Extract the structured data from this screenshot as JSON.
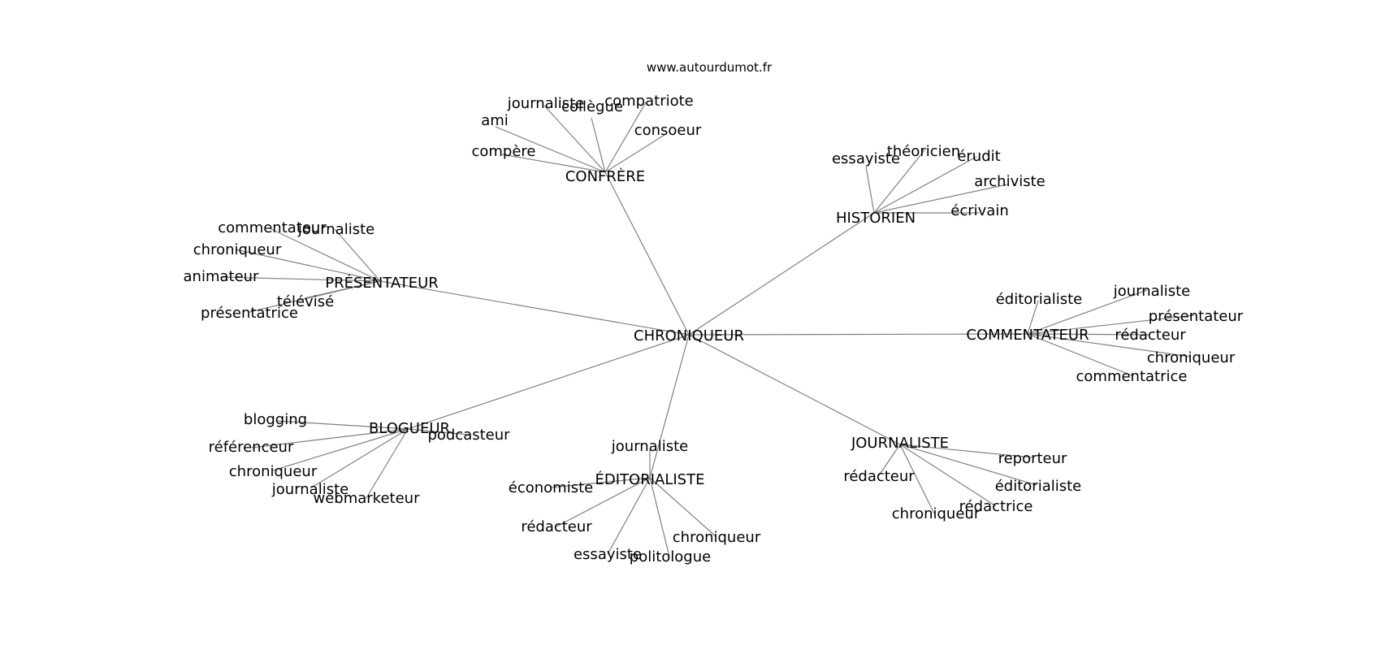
{
  "header": {
    "site": "www.autourdumot.fr"
  },
  "graph": {
    "center": {
      "label": "CHRONIQUEUR"
    },
    "clusters": [
      {
        "label": "CONFRÈRE",
        "words": [
          "journaliste",
          "collègue",
          "compatriote",
          "ami",
          "consoeur",
          "compère"
        ]
      },
      {
        "label": "HISTORIEN",
        "words": [
          "essayiste",
          "théoricien",
          "érudit",
          "archiviste",
          "écrivain"
        ]
      },
      {
        "label": "PRÉSENTATEUR",
        "words": [
          "commentateur",
          "journaliste",
          "chroniqueur",
          "animateur",
          "télévisé",
          "présentatrice"
        ]
      },
      {
        "label": "COMMENTATEUR",
        "words": [
          "éditorialiste",
          "journaliste",
          "présentateur",
          "rédacteur",
          "chroniqueur",
          "commentatrice"
        ]
      },
      {
        "label": "BLOGUEUR",
        "words": [
          "blogging",
          "podcasteur",
          "référenceur",
          "chroniqueur",
          "journaliste",
          "webmarketeur"
        ]
      },
      {
        "label": "ÉDITORIALISTE",
        "words": [
          "journaliste",
          "économiste",
          "rédacteur",
          "chroniqueur",
          "essayiste",
          "politologue"
        ]
      },
      {
        "label": "JOURNALISTE",
        "words": [
          "reporteur",
          "rédacteur",
          "éditorialiste",
          "rédactrice",
          "chroniqueur"
        ]
      }
    ]
  }
}
